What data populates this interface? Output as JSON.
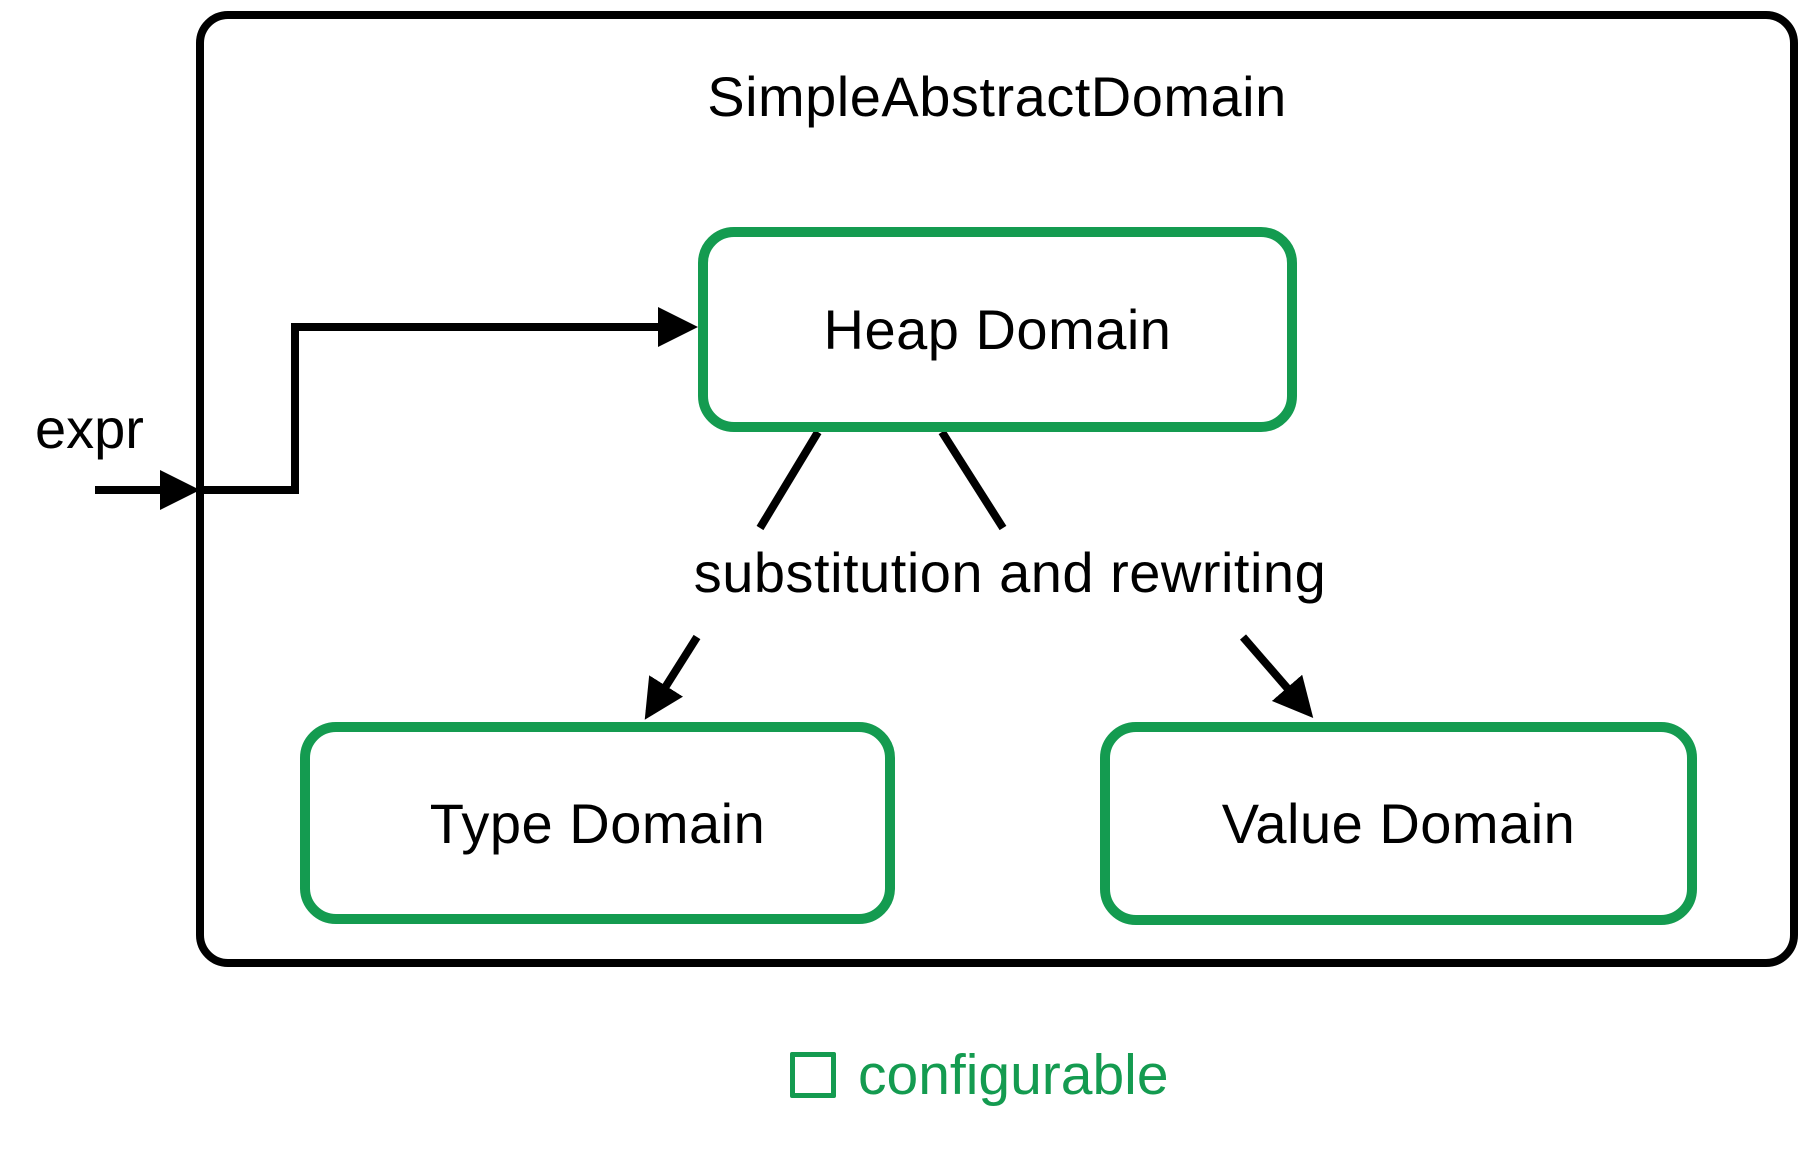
{
  "diagram": {
    "title": "SimpleAbstractDomain",
    "input_label": "expr",
    "nodes": {
      "heap": {
        "label": "Heap Domain"
      },
      "type": {
        "label": "Type Domain"
      },
      "value": {
        "label": "Value Domain"
      }
    },
    "edge_label": "substitution and rewriting",
    "legend": {
      "label": "configurable",
      "swatch": "outlined-green-square"
    },
    "colors": {
      "configurable_green": "#149b50",
      "line": "#000000",
      "background": "#ffffff"
    }
  }
}
